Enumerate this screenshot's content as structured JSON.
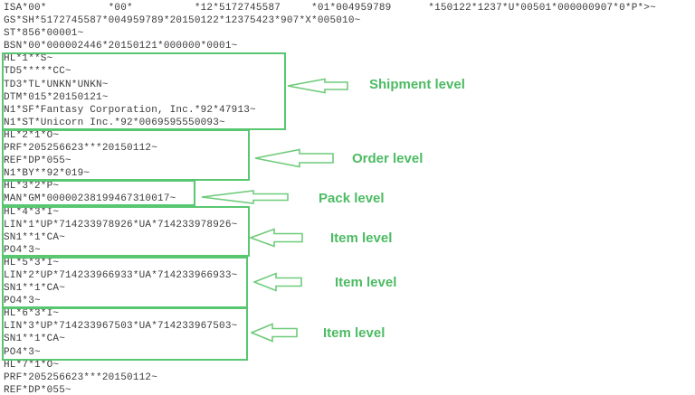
{
  "edi": {
    "lines": [
      "ISA*00*          *00*          *12*5172745587     *01*004959789      *150122*1237*U*00501*000000907*0*P*>~",
      "GS*SH*5172745587*004959789*20150122*12375423*907*X*005010~",
      "ST*856*00001~",
      "BSN*00*000002446*20150121*000000*0001~",
      "HL*1**S~",
      "TD5*****CC~",
      "TD3*TL*UNKN*UNKN~",
      "DTM*015*20150121~",
      "N1*SF*Fantasy Corporation, Inc.*92*47913~",
      "N1*ST*Unicorn Inc.*92*0069595550093~",
      "HL*2*1*O~",
      "PRF*205256623***20150112~",
      "REF*DP*055~",
      "N1*BY**92*019~",
      "HL*3*2*P~",
      "MAN*GM*00000238199467310017~",
      "HL*4*3*I~",
      "LIN*1*UP*714233978926*UA*714233978926~",
      "SN1**1*CA~",
      "PO4*3~",
      "HL*5*3*I~",
      "LIN*2*UP*714233966933*UA*714233966933~",
      "SN1**1*CA~",
      "PO4*3~",
      "HL*6*3*I~",
      "LIN*3*UP*714233967503*UA*714233967503~",
      "SN1**1*CA~",
      "PO4*3~",
      "HL*7*1*O~",
      "PRF*205256623***20150112~",
      "REF*DP*055~"
    ]
  },
  "annotations": {
    "shipment": {
      "label": "Shipment level"
    },
    "order": {
      "label": "Order level"
    },
    "pack": {
      "label": "Pack level"
    },
    "item1": {
      "label": "Item level"
    },
    "item2": {
      "label": "Item level"
    },
    "item3": {
      "label": "Item level"
    }
  },
  "colors": {
    "box_border": "#58c770",
    "arrow_outline": "#6fcb7b",
    "label_text": "#4cbb63",
    "edi_text": "#3b3b3b",
    "background": "#ffffff"
  }
}
